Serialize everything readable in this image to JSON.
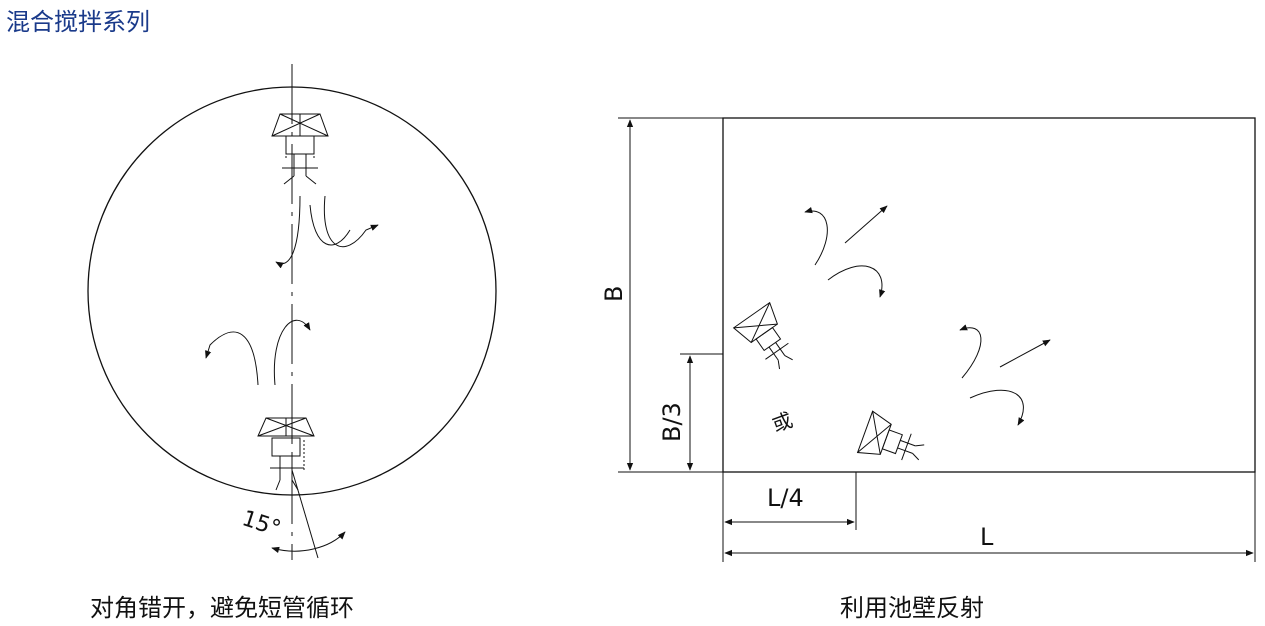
{
  "page_title": "混合搅拌系列",
  "left_diagram": {
    "caption": "对角错开，避免短管循环",
    "angle_label": "15°"
  },
  "right_diagram": {
    "caption": "利用池壁反射",
    "dim_B": "B",
    "dim_B3": "B/3",
    "dim_L4": "L/4",
    "dim_L": "L",
    "or_label": "或"
  }
}
